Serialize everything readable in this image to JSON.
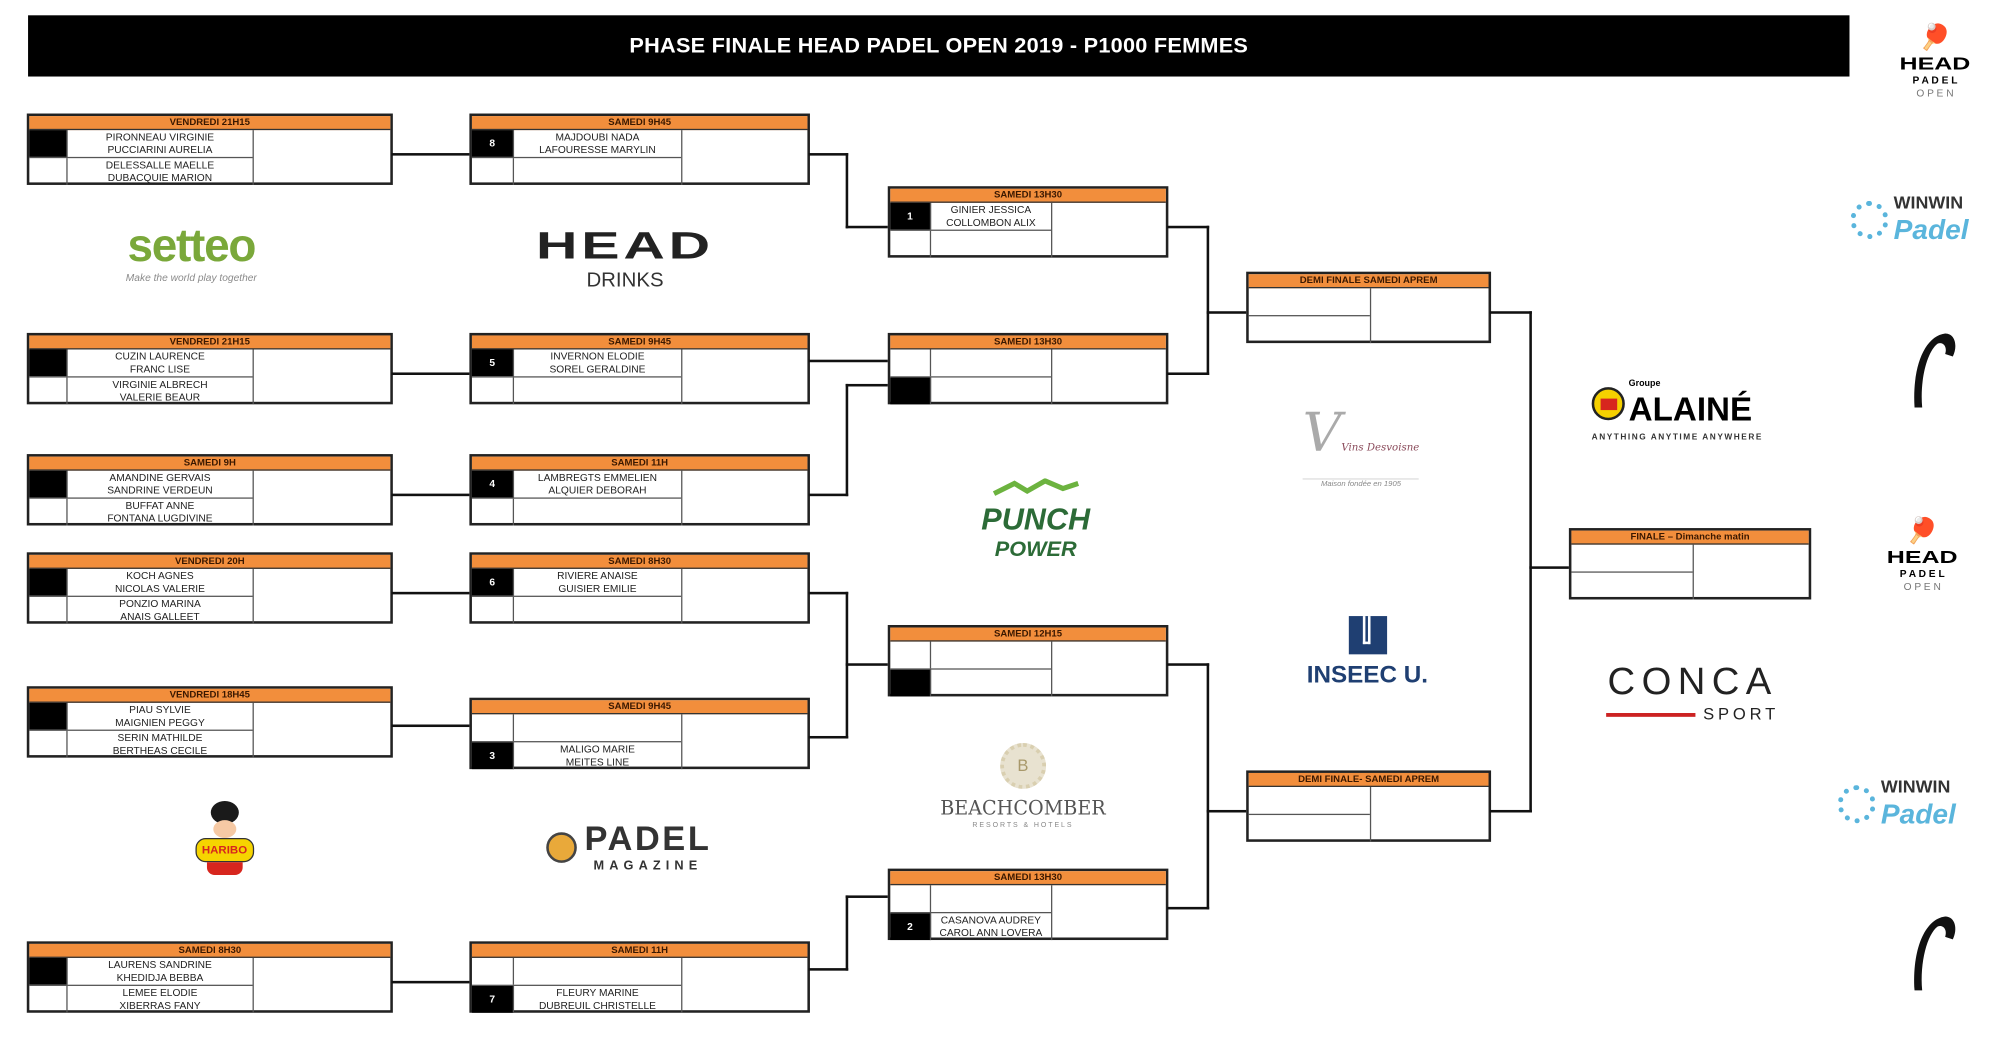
{
  "title": "PHASE FINALE HEAD PADEL OPEN 2019 - P1000 FEMMES",
  "colors": {
    "header_orange": "#f28e3c",
    "bar": "#000000"
  },
  "matches": [
    {
      "header": "VENDREDI 21H15",
      "rows": [
        {
          "seed": "",
          "black": true,
          "names": [
            "PIRONNEAU VIRGINIE",
            "PUCCIARINI AURELIA"
          ]
        },
        {
          "seed": "",
          "black": false,
          "names": [
            "DELESSALLE MAELLE",
            "DUBACQUIE MARION"
          ]
        }
      ]
    },
    {
      "header": "VENDREDI 21H15",
      "rows": [
        {
          "seed": "",
          "black": true,
          "names": [
            "CUZIN LAURENCE",
            "FRANC LISE"
          ]
        },
        {
          "seed": "",
          "black": false,
          "names": [
            "VIRGINIE ALBRECH",
            "VALERIE BEAUR"
          ]
        }
      ]
    },
    {
      "header": "SAMEDI 9H",
      "rows": [
        {
          "seed": "",
          "black": true,
          "names": [
            "AMANDINE GERVAIS",
            "SANDRINE VERDEUN"
          ]
        },
        {
          "seed": "",
          "black": false,
          "names": [
            "BUFFAT ANNE",
            "FONTANA LUGDIVINE"
          ]
        }
      ]
    },
    {
      "header": "VENDREDI 20H",
      "rows": [
        {
          "seed": "",
          "black": true,
          "names": [
            "KOCH AGNES",
            "NICOLAS VALERIE"
          ]
        },
        {
          "seed": "",
          "black": false,
          "names": [
            "PONZIO MARINA",
            "ANAIS GALLEET"
          ]
        }
      ]
    },
    {
      "header": "VENDREDI 18H45",
      "rows": [
        {
          "seed": "",
          "black": true,
          "names": [
            "PIAU SYLVIE",
            "MAIGNIEN PEGGY"
          ]
        },
        {
          "seed": "",
          "black": false,
          "names": [
            "SERIN MATHILDE",
            "BERTHEAS CECILE"
          ]
        }
      ]
    },
    {
      "header": "SAMEDI 8H30",
      "rows": [
        {
          "seed": "",
          "black": true,
          "names": [
            "LAURENS SANDRINE",
            "KHEDIDJA BEBBA"
          ]
        },
        {
          "seed": "",
          "black": false,
          "names": [
            "LEMEE ELODIE",
            "XIBERRAS FANY"
          ]
        }
      ]
    },
    {
      "header": "SAMEDI 9H45",
      "rows": [
        {
          "seed": "8",
          "black": true,
          "names": [
            "MAJDOUBI NADA",
            "LAFOURESSE MARYLIN"
          ]
        },
        {
          "seed": "",
          "black": false,
          "names": []
        }
      ]
    },
    {
      "header": "SAMEDI 9H45",
      "rows": [
        {
          "seed": "5",
          "black": true,
          "names": [
            "INVERNON ELODIE",
            "SOREL GERALDINE"
          ]
        },
        {
          "seed": "",
          "black": false,
          "names": []
        }
      ]
    },
    {
      "header": "SAMEDI 11H",
      "rows": [
        {
          "seed": "4",
          "black": true,
          "names": [
            "LAMBREGTS EMMELIEN",
            "ALQUIER DEBORAH"
          ]
        },
        {
          "seed": "",
          "black": false,
          "names": []
        }
      ]
    },
    {
      "header": "SAMEDI 8H30",
      "rows": [
        {
          "seed": "6",
          "black": true,
          "names": [
            "RIVIERE ANAISE",
            "GUISIER EMILIE"
          ]
        },
        {
          "seed": "",
          "black": false,
          "names": []
        }
      ]
    },
    {
      "header": "SAMEDI 9H45",
      "rows": [
        {
          "seed": "",
          "black": false,
          "names": []
        },
        {
          "seed": "3",
          "black": true,
          "names": [
            "MALIGO MARIE",
            "MEITES LINE"
          ]
        }
      ]
    },
    {
      "header": "SAMEDI 11H",
      "rows": [
        {
          "seed": "",
          "black": false,
          "names": []
        },
        {
          "seed": "7",
          "black": true,
          "names": [
            "FLEURY MARINE",
            "DUBREUIL CHRISTELLE"
          ]
        }
      ]
    },
    {
      "header": "SAMEDI 13H30",
      "rows": [
        {
          "seed": "1",
          "black": true,
          "names": [
            "GINIER JESSICA",
            "COLLOMBON ALIX"
          ]
        },
        {
          "seed": "",
          "black": false,
          "names": []
        }
      ]
    },
    {
      "header": "SAMEDI 13H30",
      "rows": [
        {
          "seed": "",
          "black": false,
          "names": []
        },
        {
          "seed": "",
          "black": true,
          "names": []
        }
      ]
    },
    {
      "header": "SAMEDI 12H15",
      "rows": [
        {
          "seed": "",
          "black": false,
          "names": []
        },
        {
          "seed": "",
          "black": true,
          "names": []
        }
      ]
    },
    {
      "header": "SAMEDI 13H30",
      "rows": [
        {
          "seed": "",
          "black": false,
          "names": []
        },
        {
          "seed": "2",
          "black": true,
          "names": [
            "CASANOVA AUDREY",
            "CAROL ANN LOVERA"
          ]
        }
      ]
    },
    {
      "header": "DEMI FINALE SAMEDI APREM",
      "rows": [
        {
          "names": []
        },
        {
          "names": []
        }
      ]
    },
    {
      "header": "DEMI FINALE- SAMEDI APREM",
      "rows": [
        {
          "names": []
        },
        {
          "names": []
        }
      ]
    },
    {
      "header": "FINALE – Dimanche matin",
      "rows": [
        {
          "names": []
        },
        {
          "names": []
        }
      ]
    }
  ],
  "logos": {
    "setteo": {
      "name": "setteo",
      "tagline": "Make the world play together"
    },
    "head_drinks": {
      "name": "HEAD",
      "sub": "DRINKS"
    },
    "punch_power": {
      "line1": "PUNCH",
      "line2": "POWER"
    },
    "vins": {
      "name": "Vins Desvoisne",
      "tagline": "Maison fondée en 1905"
    },
    "alaine": {
      "prefix": "Groupe",
      "name": "ALAINÉ",
      "tagline": "ANYTHING ANYTIME ANYWHERE"
    },
    "inseec": {
      "name": "INSEEC U."
    },
    "conca": {
      "name": "CONCA",
      "sub": "SPORT"
    },
    "beachcomber": {
      "name": "BEACHCOMBER",
      "sub": "RESORTS & HOTELS"
    },
    "haribo": {
      "name": "HARIBO"
    },
    "padel_magazine": {
      "line1": "PADEL",
      "line2": "MAGAZINE"
    },
    "head_padel_open": {
      "line1": "HEAD",
      "line2": "P A D E L",
      "line3": "O P E N"
    },
    "winwin": {
      "line1": "WINWIN",
      "line2": "Padel"
    }
  }
}
